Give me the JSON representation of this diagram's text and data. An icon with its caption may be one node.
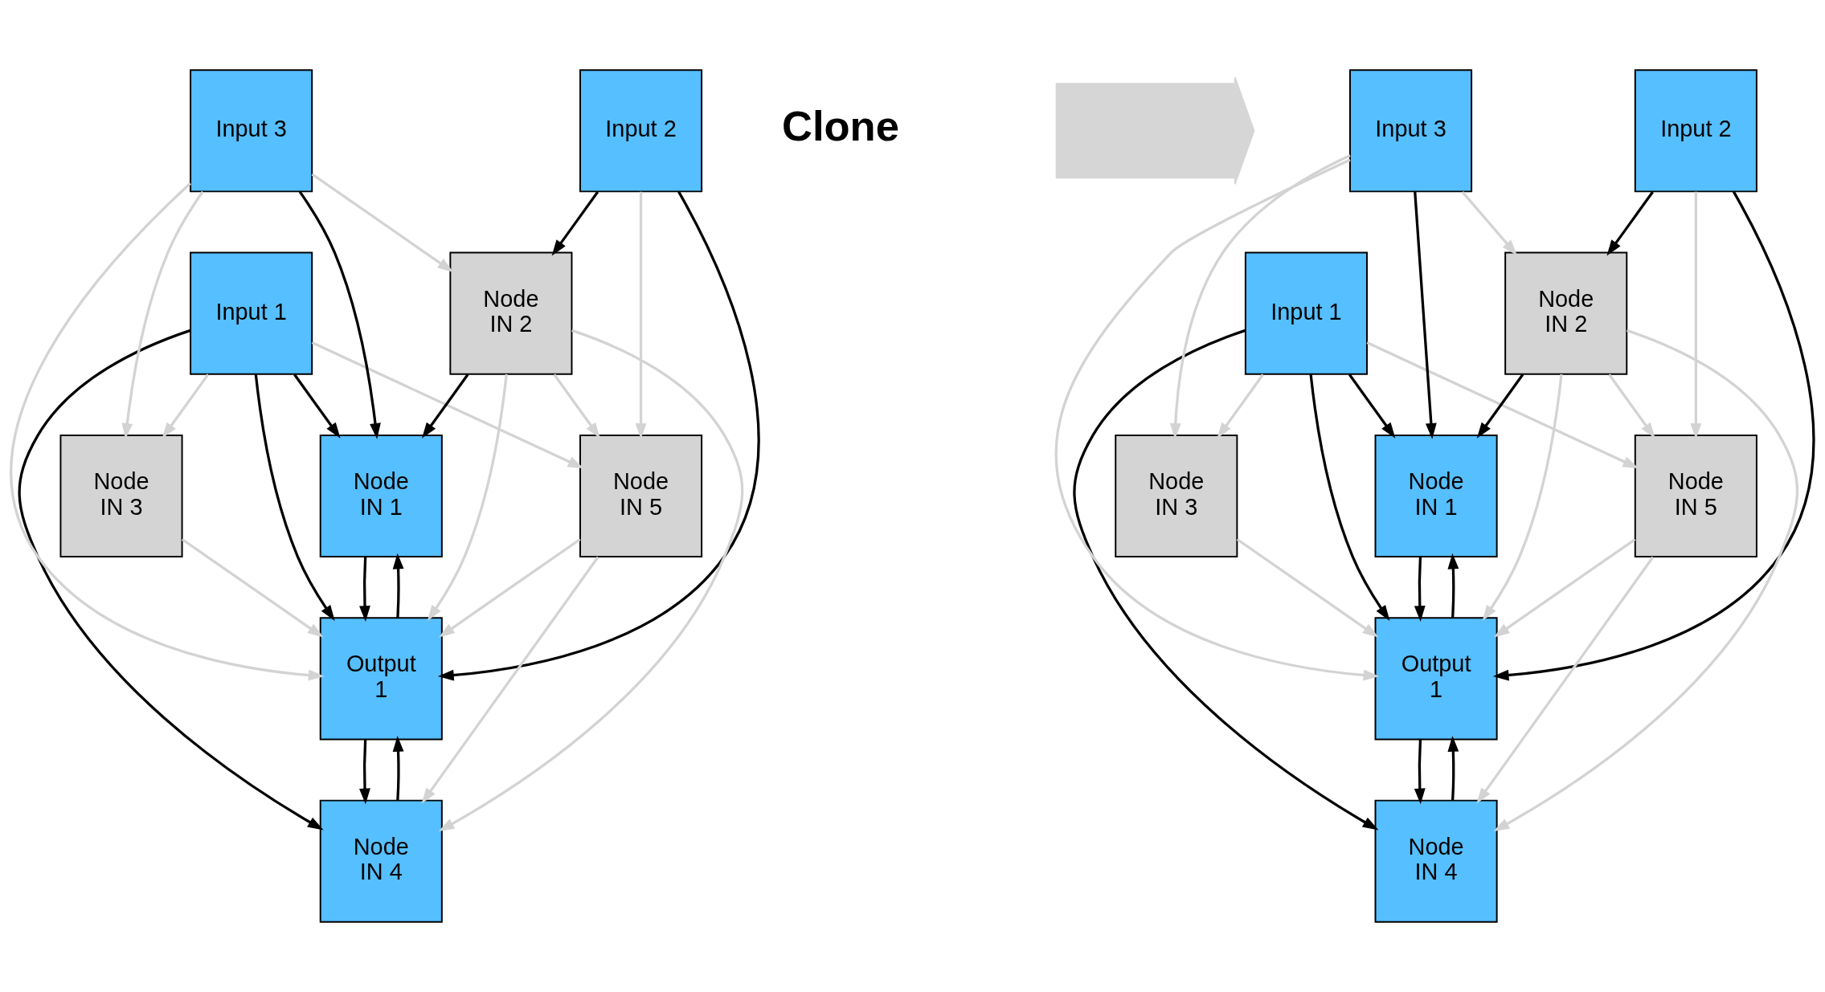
{
  "diagram": {
    "nodes": [
      {
        "text": [
          "Input 1"
        ]
      },
      {
        "text": [
          "Node IN 1"
        ]
      },
      {
        "text": [
          "Input 2"
        ]
      },
      {
        "text": [
          "Output 1"
        ]
      },
      {
        "text": [
          "Input 3"
        ]
      },
      {
        "text": [
          "Node IN 3"
        ]
      },
      {
        "text": [
          "Node IN 2"
        ]
      },
      {
        "text": [
          "Node IN 4"
        ]
      },
      {
        "text": [
          "Node IN 5"
        ]
      },
      {
        "text": [
          "Input 1"
        ]
      },
      {
        "text": [
          "Node IN 1"
        ]
      },
      {
        "text": [
          "Input 2"
        ]
      },
      {
        "text": [
          "Output 1"
        ]
      },
      {
        "text": [
          "Input 3"
        ]
      },
      {
        "text": [
          "Node IN 3"
        ]
      },
      {
        "text": [
          "Node IN 2"
        ]
      },
      {
        "text": [
          "Node IN 4"
        ]
      },
      {
        "text": [
          "Node IN 5"
        ]
      },
      {
        "text": [],
        "shape": "arrow"
      }
    ],
    "edges": [
      {
        "from": 0,
        "to": 1,
        "arrow": "to",
        "color": "#000000"
      },
      {
        "from": 0,
        "to": 3,
        "arrow": "to",
        "color": "#000000"
      },
      {
        "from": 0,
        "to": 7,
        "arrow": "to",
        "color": "#000000"
      },
      {
        "from": 2,
        "to": 3,
        "arrow": "to",
        "color": "#000000"
      },
      {
        "from": 2,
        "to": 6,
        "arrow": "to",
        "color": "#000000"
      },
      {
        "from": 4,
        "to": 1,
        "arrow": "to",
        "color": "#000000"
      },
      {
        "from": 6,
        "to": 1,
        "arrow": "to",
        "color": "#000000"
      },
      {
        "from": 1,
        "to": 3,
        "arrow": "to",
        "color": "#000000"
      },
      {
        "from": 3,
        "to": 1,
        "arrow": "to",
        "color": "#000000"
      },
      {
        "from": 7,
        "to": 3,
        "arrow": "to",
        "color": "#000000"
      },
      {
        "from": 3,
        "to": 7,
        "arrow": "to",
        "color": "#000000"
      },
      {
        "from": 0,
        "to": 5,
        "arrow": "to",
        "color": "#d3d3d3"
      },
      {
        "from": 0,
        "to": 8,
        "arrow": "to",
        "color": "#d3d3d3"
      },
      {
        "from": 2,
        "to": 8,
        "arrow": "to",
        "color": "#d3d3d3"
      },
      {
        "from": 4,
        "to": 3,
        "arrow": "to",
        "color": "#d3d3d3"
      },
      {
        "from": 4,
        "to": 5,
        "arrow": "to",
        "color": "#d3d3d3"
      },
      {
        "from": 4,
        "to": 6,
        "arrow": "to",
        "color": "#d3d3d3"
      },
      {
        "from": 6,
        "to": 3,
        "arrow": "to",
        "color": "#d3d3d3"
      },
      {
        "from": 6,
        "to": 7,
        "arrow": "to",
        "color": "#d3d3d3"
      },
      {
        "from": 6,
        "to": 8,
        "arrow": "to",
        "color": "#d3d3d3"
      },
      {
        "from": 5,
        "to": 3,
        "arrow": "to",
        "color": "#d3d3d3"
      },
      {
        "from": 8,
        "to": 3,
        "arrow": "to",
        "color": "#d3d3d3"
      },
      {
        "from": 8,
        "to": 7,
        "arrow": "to",
        "color": "#d3d3d3"
      },
      {
        "from": 9,
        "to": 10,
        "arrow": "to",
        "color": "#000000"
      },
      {
        "from": 9,
        "to": 12,
        "arrow": "to",
        "color": "#000000"
      },
      {
        "from": 9,
        "to": 16,
        "arrow": "to",
        "color": "#000000"
      },
      {
        "from": 11,
        "to": 12,
        "arrow": "to",
        "color": "#000000"
      },
      {
        "from": 11,
        "to": 15,
        "arrow": "to",
        "color": "#000000"
      },
      {
        "from": 13,
        "to": 10,
        "arrow": "to",
        "color": "#000000"
      },
      {
        "from": 15,
        "to": 10,
        "arrow": "to",
        "color": "#000000"
      },
      {
        "from": 10,
        "to": 12,
        "arrow": "to",
        "color": "#000000"
      },
      {
        "from": 12,
        "to": 10,
        "arrow": "to",
        "color": "#000000"
      },
      {
        "from": 16,
        "to": 12,
        "arrow": "to",
        "color": "#000000"
      },
      {
        "from": 12,
        "to": 16,
        "arrow": "to",
        "color": "#000000"
      },
      {
        "from": 9,
        "to": 14,
        "arrow": "to",
        "color": "#d3d3d3"
      },
      {
        "from": 9,
        "to": 17,
        "arrow": "to",
        "color": "#d3d3d3"
      },
      {
        "from": 11,
        "to": 17,
        "arrow": "to",
        "color": "#d3d3d3"
      },
      {
        "from": 13,
        "to": 12,
        "arrow": "to",
        "color": "#d3d3d3"
      },
      {
        "from": 13,
        "to": 14,
        "arrow": "to",
        "color": "#d3d3d3"
      },
      {
        "from": 13,
        "to": 15,
        "arrow": "to",
        "color": "#d3d3d3"
      },
      {
        "from": 15,
        "to": 12,
        "arrow": "to",
        "color": "#d3d3d3"
      },
      {
        "from": 15,
        "to": 16,
        "arrow": "to",
        "color": "#d3d3d3"
      },
      {
        "from": 15,
        "to": 17,
        "arrow": "to",
        "color": "#d3d3d3"
      },
      {
        "from": 14,
        "to": 12,
        "arrow": "to",
        "color": "#d3d3d3"
      },
      {
        "from": 17,
        "to": 12,
        "arrow": "to",
        "color": "#d3d3d3"
      },
      {
        "from": 17,
        "to": 16,
        "arrow": "to",
        "color": "#d3d3d3"
      }
    ],
    "labels": [
      "Clone"
    ]
  }
}
